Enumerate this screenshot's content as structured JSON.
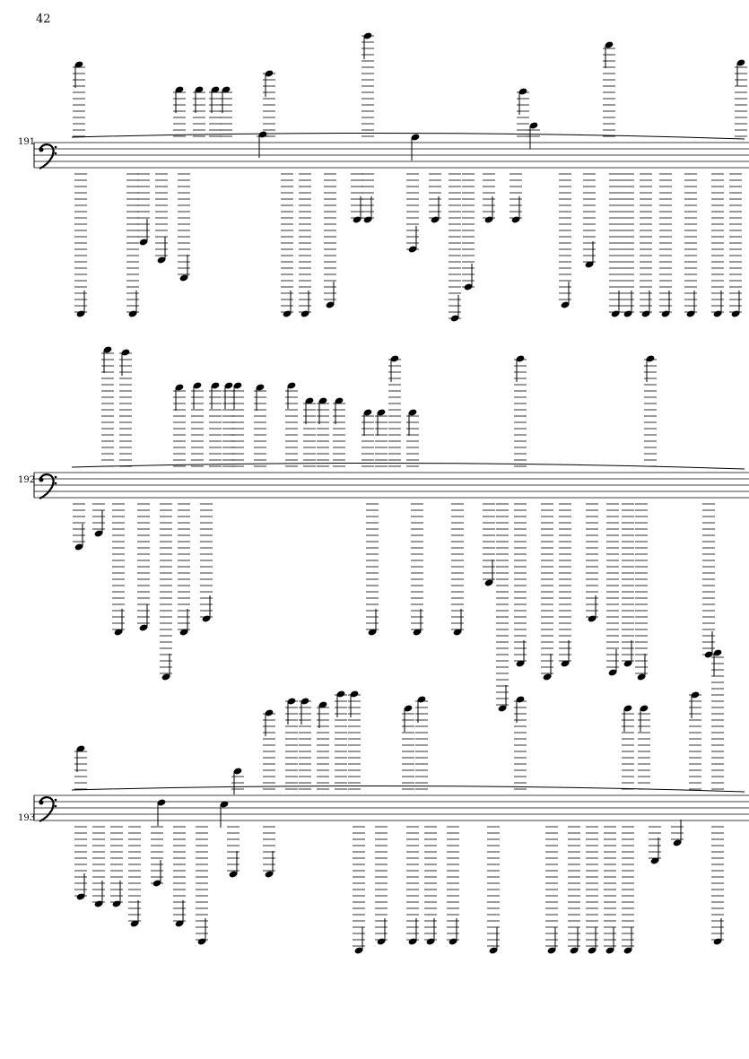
{
  "page": {
    "number": "42"
  },
  "systems": [
    {
      "measure_number": "191",
      "clef": "bass"
    },
    {
      "measure_number": "192",
      "clef": "bass"
    },
    {
      "measure_number": "193",
      "clef": "bass"
    }
  ],
  "colors": {
    "ink": "#000000",
    "paper": "#ffffff"
  }
}
